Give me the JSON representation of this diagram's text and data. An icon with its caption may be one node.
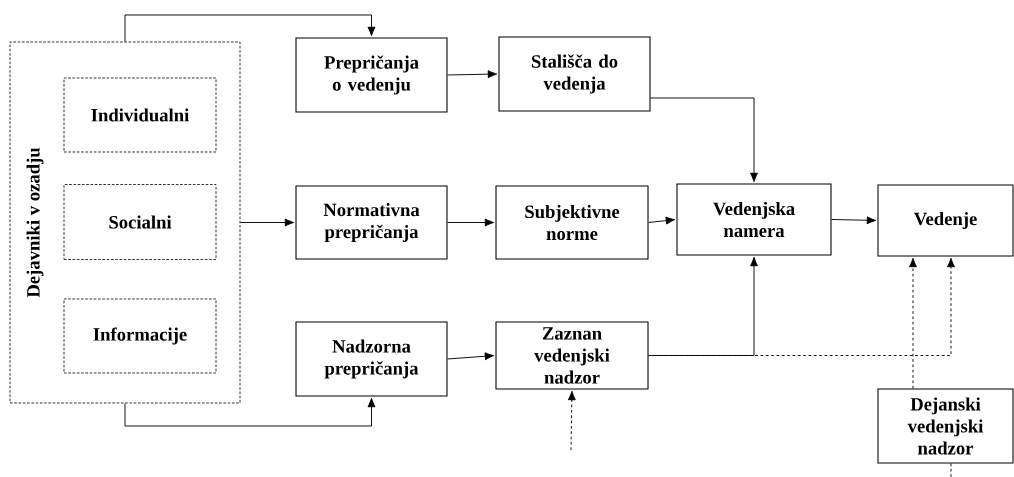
{
  "diagram": {
    "nodes": [
      {
        "text": [
          "Dejavniki v ozadju"
        ]
      },
      {
        "text": [
          "Individualni"
        ],
        "in": 0
      },
      {
        "text": [
          "Socialni"
        ],
        "in": 0
      },
      {
        "text": [
          "Informacije"
        ],
        "in": 0
      },
      {
        "text": [
          "Prepričanja o vedenju"
        ]
      },
      {
        "text": [
          "Stališča do vedenja"
        ]
      },
      {
        "text": [
          "Normativna prepričanja"
        ]
      },
      {
        "text": [
          "Subjektivne norme"
        ]
      },
      {
        "text": [
          "Vedenjska namera"
        ]
      },
      {
        "text": [
          "Vedenje"
        ]
      },
      {
        "text": [
          "Nadzorna prepričanja"
        ]
      },
      {
        "text": [
          "Zaznan vedenjski nadzor"
        ]
      },
      {
        "text": [
          "Dejanski vedenjski nadzor"
        ]
      }
    ],
    "edges": [
      {
        "from": 0,
        "to": 4,
        "arrow": "to"
      },
      {
        "from": 0,
        "to": 6,
        "arrow": "to"
      },
      {
        "from": 0,
        "to": 10,
        "arrow": "to"
      },
      {
        "from": 4,
        "to": 5,
        "arrow": "to"
      },
      {
        "from": 5,
        "to": 8,
        "arrow": "to"
      },
      {
        "from": 6,
        "to": 7,
        "arrow": "to"
      },
      {
        "from": 7,
        "to": 8,
        "arrow": "to"
      },
      {
        "from": 8,
        "to": 9,
        "arrow": "to"
      },
      {
        "from": 10,
        "to": 11,
        "arrow": "to"
      },
      {
        "from": 11,
        "to": 8,
        "arrow": "to"
      },
      {
        "from": 11,
        "to": 9,
        "arrow": "to",
        "style": "dashed"
      },
      {
        "from": 12,
        "to": 9,
        "arrow": "to",
        "style": "dashed"
      },
      {
        "from": null,
        "to": 11,
        "arrow": "to",
        "style": "dashed"
      },
      {
        "from": 12,
        "to": null,
        "arrow": "none",
        "style": "dashed"
      }
    ]
  }
}
